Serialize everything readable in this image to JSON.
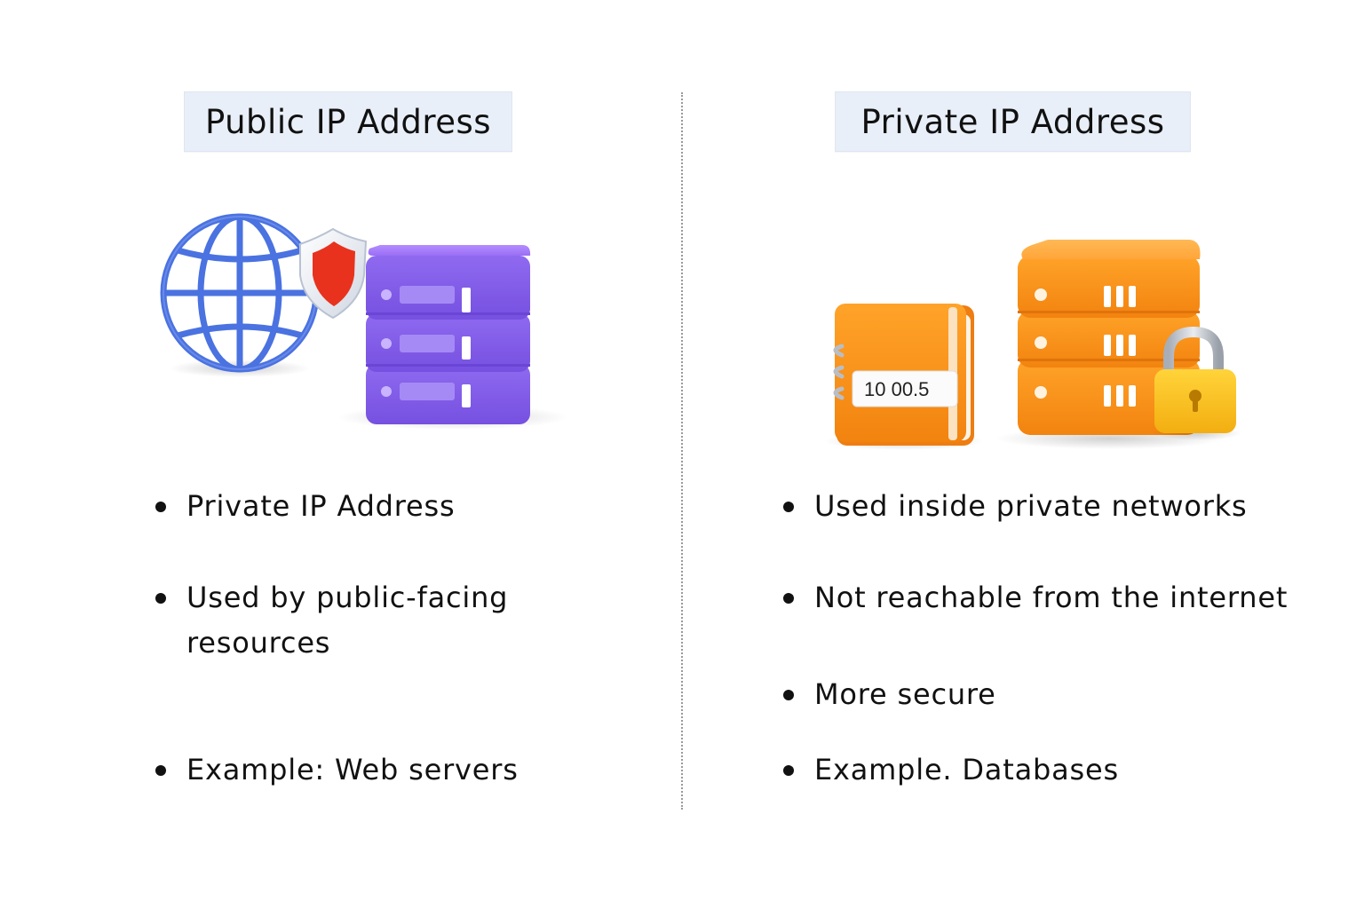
{
  "left": {
    "title": "Public IP Address",
    "bullets": [
      "Private IP Address",
      "Used by public-facing\nresources",
      "Example: Web servers"
    ]
  },
  "right": {
    "title": "Private IP Address",
    "address_label": "10 00.5",
    "bullets": [
      "Used inside private networks",
      "Not reachable from the internet",
      "More secure",
      "Example. Databases"
    ]
  },
  "icons": {
    "left": [
      "globe-icon",
      "shield-icon",
      "server-stack-icon"
    ],
    "right": [
      "address-book-icon",
      "server-stack-icon",
      "padlock-icon"
    ]
  },
  "colors": {
    "title_bg": "#e9eff8",
    "globe": "#4a72e0",
    "shield": "#e8321e",
    "server_purple": "#8a63ef",
    "server_orange": "#ff9a1f",
    "padlock": "#ffc21a"
  }
}
